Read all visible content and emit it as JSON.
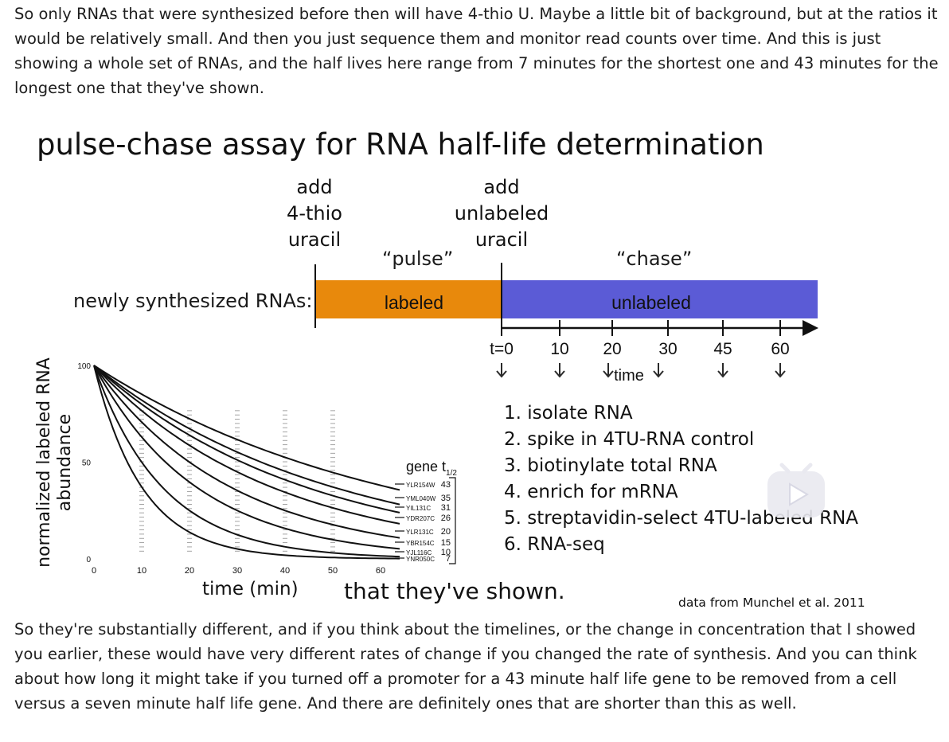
{
  "transcript_top": "So only RNAs that were synthesized before then will have 4-thio U. Maybe a little bit of background, but at the ratios it would be relatively small. And then you just sequence them and monitor read counts  over time. And this is just showing a whole set of RNAs, and the half lives here range from 7 minutes for the shortest one and 43 minutes for the longest one that they've shown.",
  "slide": {
    "title": "pulse-chase assay for RNA half-life determination",
    "add_label_1": [
      "add",
      "4-thio",
      "uracil"
    ],
    "add_label_2": [
      "add",
      "unlabeled",
      "uracil"
    ],
    "pulse_label": "“pulse”",
    "chase_label": "“chase”",
    "row_label": "newly synthesized RNAs:",
    "labeled_text": "labeled",
    "unlabeled_text": "unlabeled",
    "timeline_ticks": [
      "t=0",
      "10",
      "20",
      "30",
      "45",
      "60"
    ],
    "time_word": "time",
    "steps": [
      "1. isolate RNA",
      "2. spike in 4TU-RNA control",
      "3. biotinylate total RNA",
      "4. enrich for mRNA",
      "5. streptavidin-select 4TU-labeled RNA",
      "6. RNA-seq"
    ],
    "credit": "data from Munchel et al. 2011",
    "caption": "that they've shown.",
    "colors": {
      "pulse_bar": "#e8890c",
      "chase_bar": "#5b5bd6",
      "curve": "#111111",
      "gray_ticks": "#9a9a9a"
    }
  },
  "chart_data": {
    "type": "line",
    "xlabel": "time (min)",
    "ylabel": "normalized labeled RNA abundance",
    "xlim": [
      0,
      60
    ],
    "ylim": [
      0,
      100
    ],
    "xticks": [
      "0",
      "10",
      "20",
      "30",
      "40",
      "50",
      "60"
    ],
    "yticks": [
      "0",
      "50",
      "100"
    ],
    "legend_title": "gene t1/2",
    "series": [
      {
        "name": "YLR154W",
        "half_life": 43
      },
      {
        "name": "YML040W",
        "half_life": 35
      },
      {
        "name": "YIL131C",
        "half_life": 31
      },
      {
        "name": "YDR207C",
        "half_life": 26
      },
      {
        "name": "YLR131C",
        "half_life": 20
      },
      {
        "name": "YBR154C",
        "half_life": 15
      },
      {
        "name": "YJL116C",
        "half_life": 10
      },
      {
        "name": "YNR050C",
        "half_life": 7
      }
    ]
  }
}
